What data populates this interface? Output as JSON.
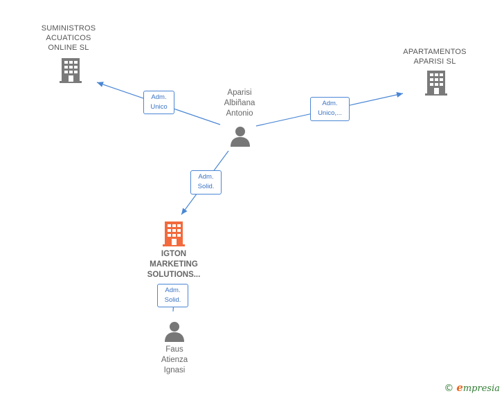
{
  "nodes": {
    "suministros": {
      "lines": [
        "SUMINISTROS",
        "ACUATICOS",
        "ONLINE  SL"
      ]
    },
    "apartamentos": {
      "lines": [
        "APARTAMENTOS",
        "APARISI  SL"
      ]
    },
    "aparisi": {
      "lines": [
        "Aparisi",
        "Albiñana",
        "Antonio"
      ]
    },
    "igton": {
      "lines": [
        "IGTON",
        "MARKETING",
        "SOLUTIONS..."
      ]
    },
    "faus": {
      "lines": [
        "Faus",
        "Atienza",
        "Ignasi"
      ]
    }
  },
  "edges": {
    "aparisi_suministros": {
      "lines": [
        "Adm.",
        "Unico"
      ]
    },
    "aparisi_apartamentos": {
      "lines": [
        "Adm.",
        "Unico,..."
      ]
    },
    "aparisi_igton": {
      "lines": [
        "Adm.",
        "Solid."
      ]
    },
    "faus_igton": {
      "lines": [
        "Adm.",
        "Solid."
      ]
    }
  },
  "colors": {
    "edge": "#4a86d4",
    "company_icon": "#7a7a7a",
    "focus_company_icon": "#f26a3d",
    "person_icon": "#777777"
  },
  "brand": {
    "copyright": "©",
    "name_initial": "e",
    "name_rest": "mpresia"
  }
}
